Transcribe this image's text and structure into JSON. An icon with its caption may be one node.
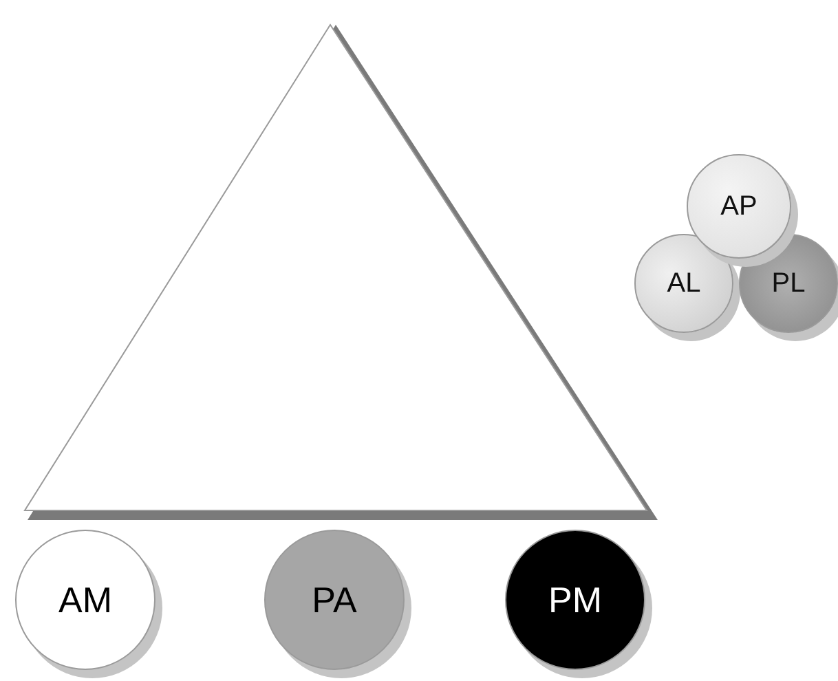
{
  "diagram": {
    "nodes": [
      {
        "text": [
          "AP"
        ]
      },
      {
        "text": [
          "AL"
        ]
      },
      {
        "text": [
          "PL"
        ]
      },
      {
        "text": [
          "AM"
        ]
      },
      {
        "text": [
          "PA"
        ]
      },
      {
        "text": [
          "PM"
        ]
      }
    ]
  }
}
